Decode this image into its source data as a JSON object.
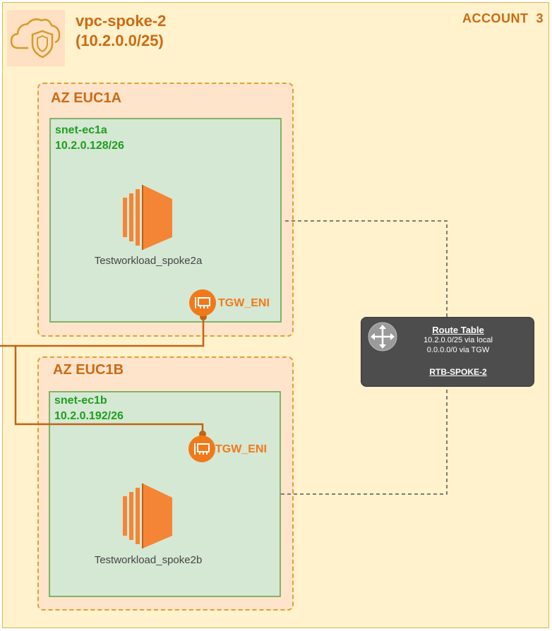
{
  "account": {
    "label": "ACCOUNT  3"
  },
  "vpc": {
    "name": "vpc-spoke-2",
    "cidr": "(10.2.0.0/25)",
    "icon": "vpc-cloud-shield-icon"
  },
  "availability_zones": [
    {
      "name": "AZ EUC1A",
      "subnet": {
        "name": "snet-ec1a",
        "cidr": "10.2.0.128/26"
      },
      "instance": {
        "label": "Testworkload_spoke2a",
        "icon": "ec2-instance-icon"
      },
      "eni": {
        "label": "TGW_ENI",
        "icon": "network-interface-icon"
      }
    },
    {
      "name": "AZ EUC1B",
      "subnet": {
        "name": "snet-ec1b",
        "cidr": "10.2.0.192/26"
      },
      "instance": {
        "label": "Testworkload_spoke2b",
        "icon": "ec2-instance-icon"
      },
      "eni": {
        "label": "TGW_ENI",
        "icon": "network-interface-icon"
      }
    }
  ],
  "route_table": {
    "title": "Route Table",
    "routes": [
      "10.2.0.0/25 via local",
      "0.0.0.0/0 via TGW"
    ],
    "name": "RTB-SPOKE-2",
    "icon": "router-arrows-icon"
  },
  "colors": {
    "account_bg": "#fff2cc",
    "az_bg": "#ffe4cc",
    "az_border": "#e0a030",
    "subnet_bg": "#d5e8d4",
    "subnet_border": "#82b366",
    "title_orange": "#cc6a12",
    "subnet_green": "#1e9e1e",
    "ec2_orange": "#f58536",
    "tgw_line": "#c26410",
    "route_table_bg": "#4d4d4d"
  }
}
